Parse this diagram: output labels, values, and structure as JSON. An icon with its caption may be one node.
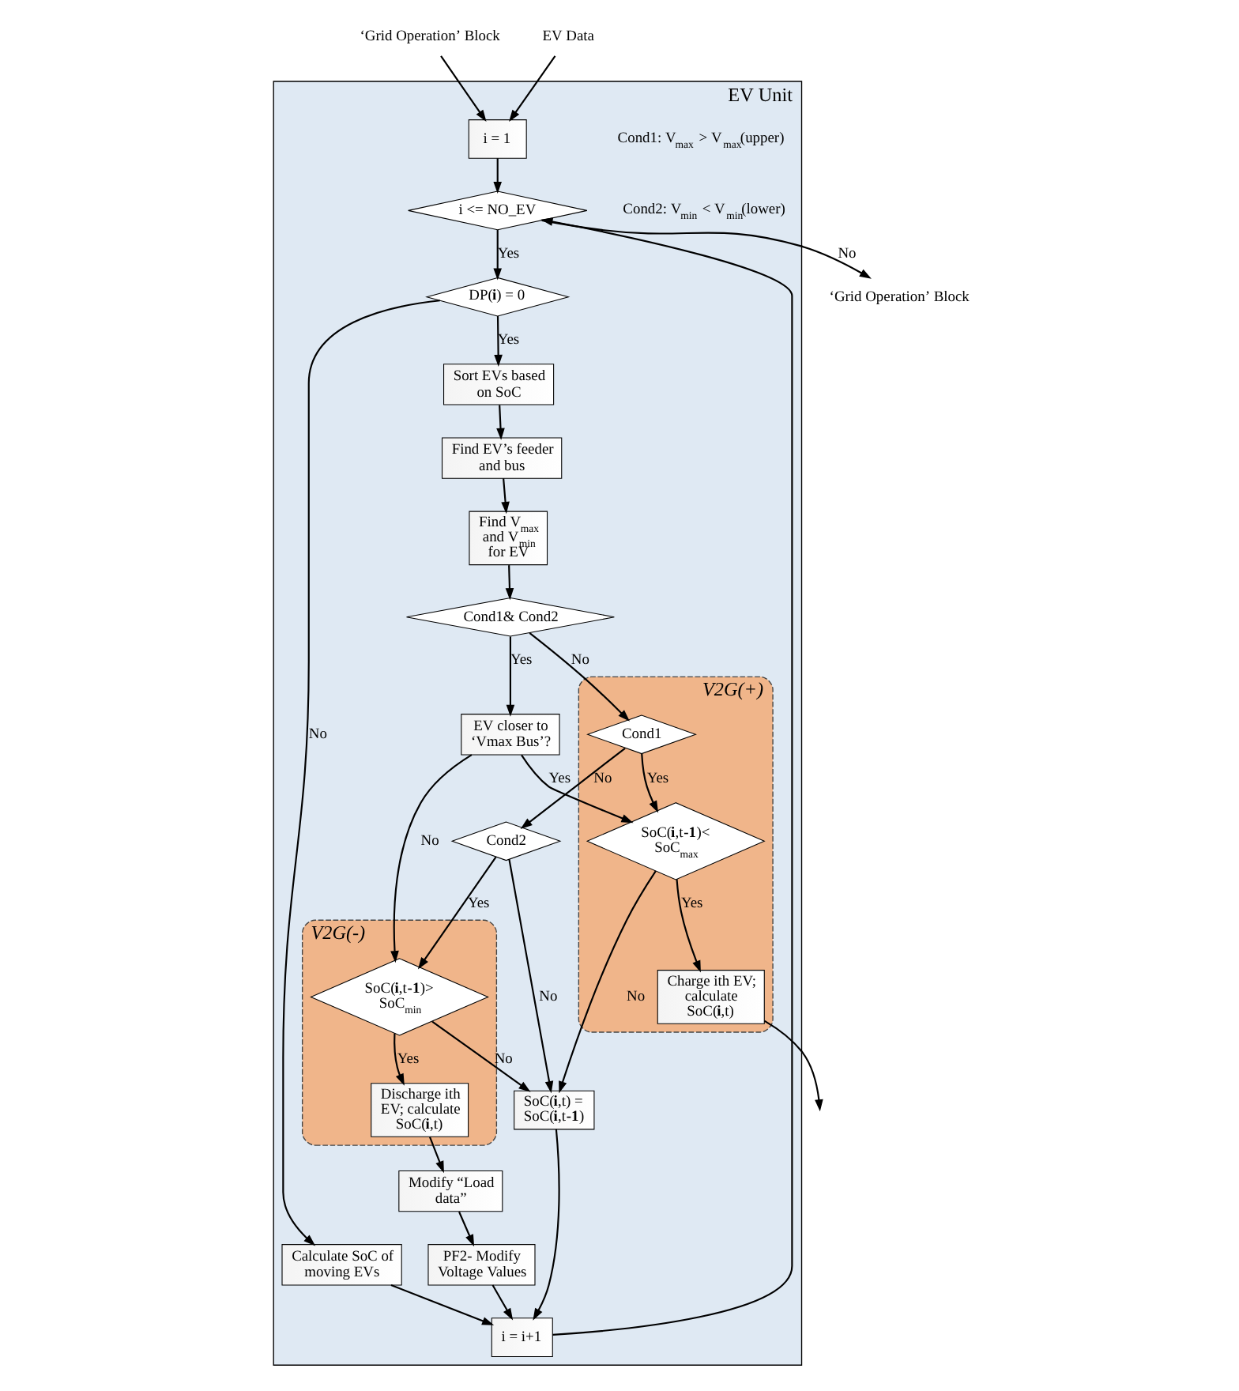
{
  "diagram": {
    "nodes": [
      {
        "text": [
          "EV Unit"
        ]
      },
      {
        "text": [
          "‘Grid Operation’ Block"
        ]
      },
      {
        "text": [
          "EV Data"
        ]
      },
      {
        "text": [
          "i = 1"
        ],
        "in": 0
      },
      {
        "text": [
          "i <= NO_EV"
        ],
        "in": 0
      },
      {
        "text": [
          "‘Grid Operation’ Block"
        ]
      },
      {
        "text": [
          "i = i+1"
        ],
        "in": 0
      },
      {
        "text": [
          "PF2- Modify Voltage Values"
        ],
        "in": 0
      },
      {
        "text": [
          "DP(**i**) = 0"
        ],
        "in": 0
      },
      {
        "text": [
          "Sort EVs based on SoC"
        ],
        "in": 0
      },
      {
        "text": [
          "Calculate SoC of moving EVs"
        ],
        "in": 0
      },
      {
        "text": [
          "Modify “Load data”"
        ],
        "in": 0
      },
      {
        "text": [
          "Find EV’s feeder and bus"
        ],
        "in": 0
      },
      {
        "text": [
          "Find V$_{max}$ and V$_{min}$ for EV"
        ],
        "in": 0
      },
      {
        "text": [
          "V2G(+)"
        ],
        "in": 0
      },
      {
        "text": [
          "Cond1& Cond2"
        ],
        "in": 0
      },
      {
        "text": [
          "Cond1"
        ],
        "in": 14
      },
      {
        "text": [
          "SoC(**i**,t**-1**)< SoC$_{max}$"
        ],
        "in": 14
      },
      {
        "text": [
          "Charge ith EV; calculate SoC(**i**,t)"
        ],
        "in": 14
      },
      {
        "text": [
          "EV closer to ‘Vmax Bus’?"
        ],
        "in": 0
      },
      {
        "text": [
          "Cond2"
        ],
        "in": 0
      },
      {
        "text": [
          "SoC(**i**,t) = SoC(**i**,t**-1**)"
        ],
        "in": 0
      },
      {
        "text": [
          "V2G(-)"
        ],
        "in": 0
      },
      {
        "text": [
          "SoC(**i**,t**-1**)> SoC$_{min}$"
        ],
        "in": 22
      },
      {
        "text": [
          "Discharge ith EV; calculate SoC(**i**,t)"
        ],
        "in": 22
      }
    ],
    "edges": [
      {
        "from": 1,
        "to": 3,
        "arrow": "to"
      },
      {
        "from": 2,
        "to": 3,
        "arrow": "to"
      },
      {
        "from": 3,
        "to": 4,
        "arrow": "to"
      },
      {
        "from": 4,
        "to": 5,
        "arrow": "to",
        "label": "No"
      },
      {
        "from": 4,
        "to": 8,
        "arrow": "to",
        "label": "Yes"
      },
      {
        "from": 8,
        "to": 9,
        "arrow": "to",
        "label": "Yes"
      },
      {
        "from": 8,
        "to": 10,
        "arrow": "to",
        "label": "No"
      },
      {
        "from": 10,
        "to": 6,
        "arrow": "to"
      },
      {
        "from": 6,
        "to": 4,
        "arrow": "to"
      },
      {
        "from": 7,
        "to": 6,
        "arrow": "to"
      },
      {
        "from": 11,
        "to": 7,
        "arrow": "to"
      },
      {
        "from": 9,
        "to": 12,
        "arrow": "to"
      },
      {
        "from": 12,
        "to": 13,
        "arrow": "to"
      },
      {
        "from": 13,
        "to": 15,
        "arrow": "to"
      },
      {
        "from": 15,
        "to": 16,
        "arrow": "to",
        "label": "No"
      },
      {
        "from": 15,
        "to": 19,
        "arrow": "to",
        "label": "Yes"
      },
      {
        "from": 19,
        "to": 17,
        "arrow": "to",
        "label": "Yes"
      },
      {
        "from": 19,
        "to": 23,
        "arrow": "to",
        "label": "No"
      },
      {
        "from": 16,
        "to": 17,
        "arrow": "to",
        "label": "Yes"
      },
      {
        "from": 16,
        "to": 20,
        "arrow": "to",
        "label": "No"
      },
      {
        "from": 17,
        "to": 18,
        "arrow": "to",
        "label": "Yes"
      },
      {
        "from": 17,
        "to": 21,
        "arrow": "to",
        "label": "No"
      },
      {
        "from": 18,
        "to": null,
        "arrow": "to"
      },
      {
        "from": 20,
        "to": 21,
        "arrow": "to",
        "label": "No"
      },
      {
        "from": 20,
        "to": 23,
        "arrow": "to",
        "label": "Yes"
      },
      {
        "from": 23,
        "to": 21,
        "arrow": "to",
        "label": "No"
      },
      {
        "from": 23,
        "to": 24,
        "arrow": "to",
        "label": "Yes"
      },
      {
        "from": 21,
        "to": 6,
        "arrow": "to"
      },
      {
        "from": 24,
        "to": 11,
        "arrow": "to"
      }
    ],
    "labels": [
      "Cond1: V$_{max}$ > V$_{max}$(upper)",
      "Cond2: V$_{min}$ < V$_{min}$(lower)"
    ]
  }
}
